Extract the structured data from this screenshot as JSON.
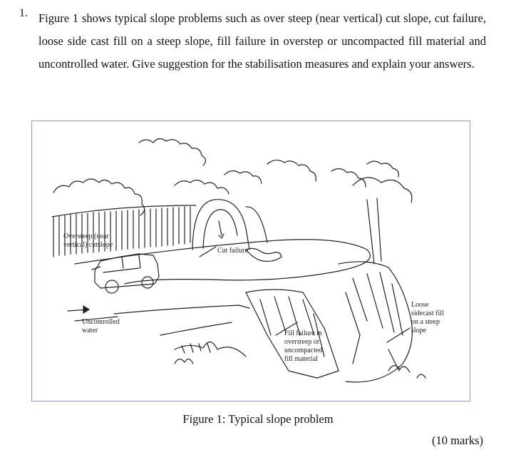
{
  "question": {
    "number": "1.",
    "text": "Figure 1 shows typical slope problems such as over steep (near vertical) cut slope, cut failure, loose side cast fill on a steep slope, fill failure in overstep or uncompacted fill material and uncontrolled water. Give suggestion for the stabilisation measures and explain your answers."
  },
  "figure": {
    "labels": {
      "oversteep_line1": "Oversteep (near",
      "oversteep_line2": "vertical) cutslope",
      "cut_failure": "Cut failure",
      "uncontrolled_line1": "Uncontrolled",
      "uncontrolled_line2": "water",
      "fill_failure_line1": "Fill failure in",
      "fill_failure_line2": "oversteep or",
      "fill_failure_line3": "uncompacted",
      "fill_failure_line4": "fill material",
      "loose_line1": "Loose",
      "loose_line2": "sidecast fill",
      "loose_line3": "on a steep",
      "loose_line4": "slope"
    },
    "caption": "Figure 1: Typical slope problem"
  },
  "marks": "(10 marks)"
}
